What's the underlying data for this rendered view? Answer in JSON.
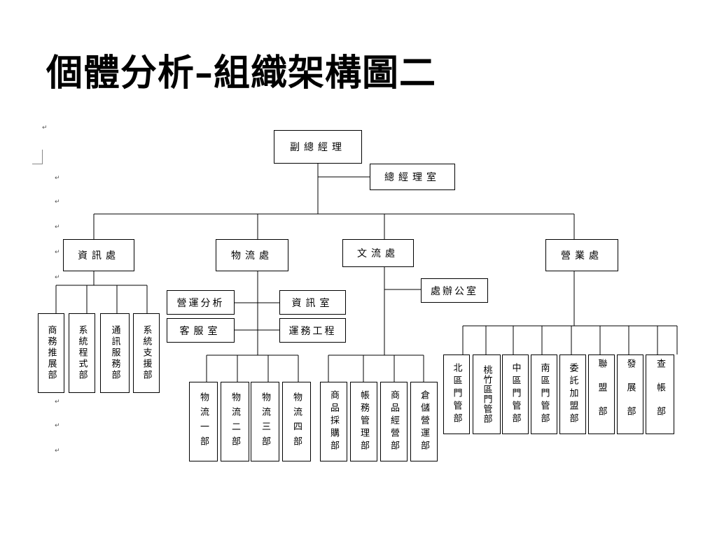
{
  "slide": {
    "title": "個體分析–組織架構圖二"
  },
  "org": {
    "top": "副總經理",
    "office": "總經理室",
    "divisions": {
      "info": "資訊處",
      "logistics": "物流處",
      "culture": "文流處",
      "sales": "營業處"
    },
    "logistics_staff": {
      "ops_analysis": "營運分析",
      "info_room": "資訊室",
      "customer_service": "客服室",
      "ops_engineering": "運務工程"
    },
    "culture_staff": {
      "office": "處辦公室"
    },
    "info_units": [
      "商務推展部",
      "系統程式部",
      "通訊服務部",
      "系統支援部"
    ],
    "logistics_units": [
      "物流一部",
      "物流二部",
      "物流三部",
      "物流四部"
    ],
    "culture_units": [
      "商品採購部",
      "帳務管理部",
      "商品經營部",
      "倉儲營運部"
    ],
    "sales_units": [
      "北區門管部",
      "桃竹區門管部",
      "中區門管部",
      "南區門管部",
      "委託加盟部",
      "聯盟部",
      "發展部",
      "查帳部"
    ]
  },
  "marks": {
    "paragraph": "↵"
  }
}
